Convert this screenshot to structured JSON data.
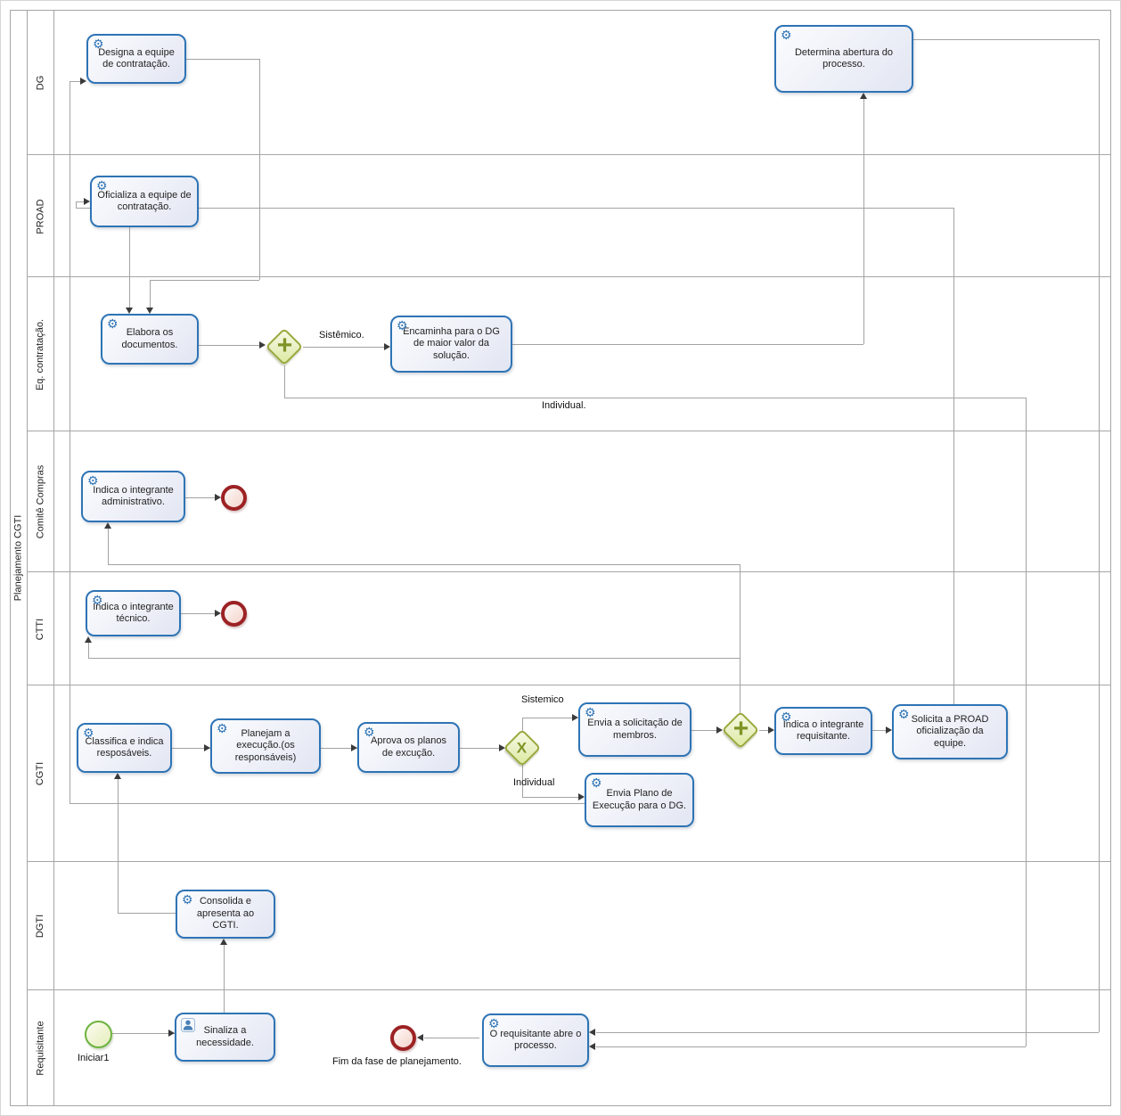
{
  "pool": {
    "label": "Planejamento CGTI"
  },
  "lanes": {
    "dg": "DG",
    "proad": "PROAD",
    "eq": "Eq. contratação.",
    "comite": "Comitê Compras",
    "ctti": "CTTI",
    "cgti": "CGTI",
    "dgti": "DGTI",
    "req": "Requisitante"
  },
  "tasks": {
    "designa": "Designa a equipe de contratação.",
    "determina": "Determina abertura do processo.",
    "oficializa": "Oficializa a equipe de contratação.",
    "elabora": "Elabora os documentos.",
    "encaminha": "Encaminha para o DG de maior valor da solução.",
    "indica_adm": "Indica o integrante administrativo.",
    "indica_tec": "Indica o integrante técnico.",
    "classifica": "Classifica e indica resposáveis.",
    "planejam": "Planejam a execução.(os responsáveis)",
    "aprova": "Aprova os planos de excução.",
    "envia_sol": "Envia a solicitação de membros.",
    "indica_req": "Indica o integrante requisitante.",
    "solicita": "Solicita a PROAD oficialização da equipe.",
    "envia_plano": "Envia Plano de Execução para o DG.",
    "consolida": "Consolida e apresenta ao CGTI.",
    "sinaliza": "Sinaliza a necessidade.",
    "abre": "O requisitante abre o processo."
  },
  "gateways": {
    "parallel_plus": "+",
    "exclusive_x": "X"
  },
  "events": {
    "iniciar": "Iniciar1",
    "fim": "Fim da fase de planejamento."
  },
  "edge_labels": {
    "sistemico_eq": "Sistêmico.",
    "individual_eq": "Individual.",
    "sistemico_cgti": "Sistemico",
    "individual_cgti": "Individual"
  },
  "colors": {
    "task_border": "#2e74b5",
    "task_fill_from": "#fbfcfe",
    "task_fill_to": "#e2e6f3",
    "gateway_border": "#9aa83c",
    "gateway_symbol": "#7f9426",
    "start_event_border": "#6cb33e",
    "end_event_border": "#9c2224",
    "flow_line": "#a3a3a3",
    "icon_blue": "#2e74b5"
  }
}
